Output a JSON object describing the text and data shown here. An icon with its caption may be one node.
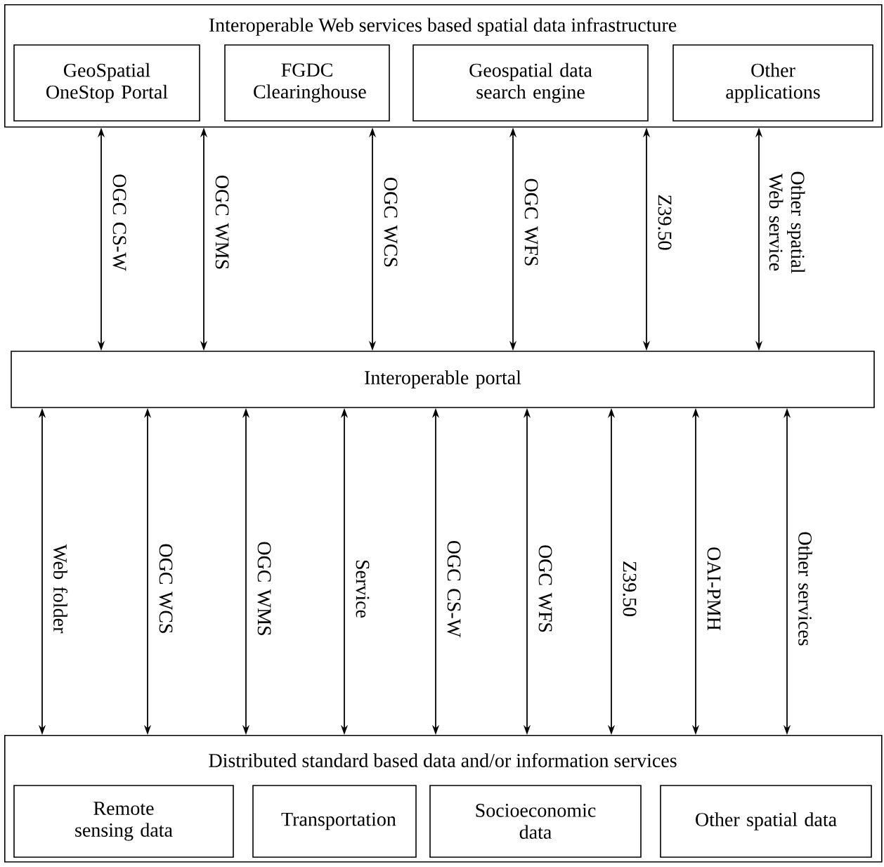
{
  "diagram": {
    "nodes": [
      {
        "text": [
          "Interoperable Web services based spatial data infrastructure"
        ]
      },
      {
        "text": [
          "GeoSpatial OneStop Portal"
        ],
        "in": 0
      },
      {
        "text": [
          "FGDC Clearinghouse"
        ],
        "in": 0
      },
      {
        "text": [
          "Geospatial data search engine"
        ],
        "in": 0
      },
      {
        "text": [
          "Other applications"
        ],
        "in": 0
      },
      {
        "text": [
          "Interoperable portal"
        ]
      },
      {
        "text": [
          "Distributed standard based data and/or information services"
        ]
      },
      {
        "text": [
          "Remote sensing data"
        ],
        "in": 6
      },
      {
        "text": [
          "Transportation"
        ],
        "in": 6
      },
      {
        "text": [
          "Socioeconomic data"
        ],
        "in": 6
      },
      {
        "text": [
          "Other spatial data"
        ],
        "in": 6
      }
    ],
    "edges": [
      {
        "from": 5,
        "to": 0,
        "arrow": "both",
        "label": "OGC CS-W"
      },
      {
        "from": 5,
        "to": 0,
        "arrow": "both",
        "label": "OGC WMS"
      },
      {
        "from": 5,
        "to": 0,
        "arrow": "both",
        "label": "OGC WCS"
      },
      {
        "from": 5,
        "to": 0,
        "arrow": "both",
        "label": "OGC WFS"
      },
      {
        "from": 5,
        "to": 0,
        "arrow": "both",
        "label": "Z39.50"
      },
      {
        "from": 5,
        "to": 0,
        "arrow": "both",
        "label": "Other spatial Web service"
      },
      {
        "from": 5,
        "to": 6,
        "arrow": "both",
        "label": "Web folder"
      },
      {
        "from": 5,
        "to": 6,
        "arrow": "both",
        "label": "OGC WCS"
      },
      {
        "from": 5,
        "to": 6,
        "arrow": "both",
        "label": "OGC WMS"
      },
      {
        "from": 5,
        "to": 6,
        "arrow": "both",
        "label": "Service"
      },
      {
        "from": 5,
        "to": 6,
        "arrow": "both",
        "label": "OGC CS-W"
      },
      {
        "from": 5,
        "to": 6,
        "arrow": "both",
        "label": "OGC WFS"
      },
      {
        "from": 5,
        "to": 6,
        "arrow": "both",
        "label": "Z39.50"
      },
      {
        "from": 5,
        "to": 6,
        "arrow": "both",
        "label": "OAI-PMH"
      },
      {
        "from": 5,
        "to": 6,
        "arrow": "both",
        "label": "Other services"
      }
    ]
  }
}
